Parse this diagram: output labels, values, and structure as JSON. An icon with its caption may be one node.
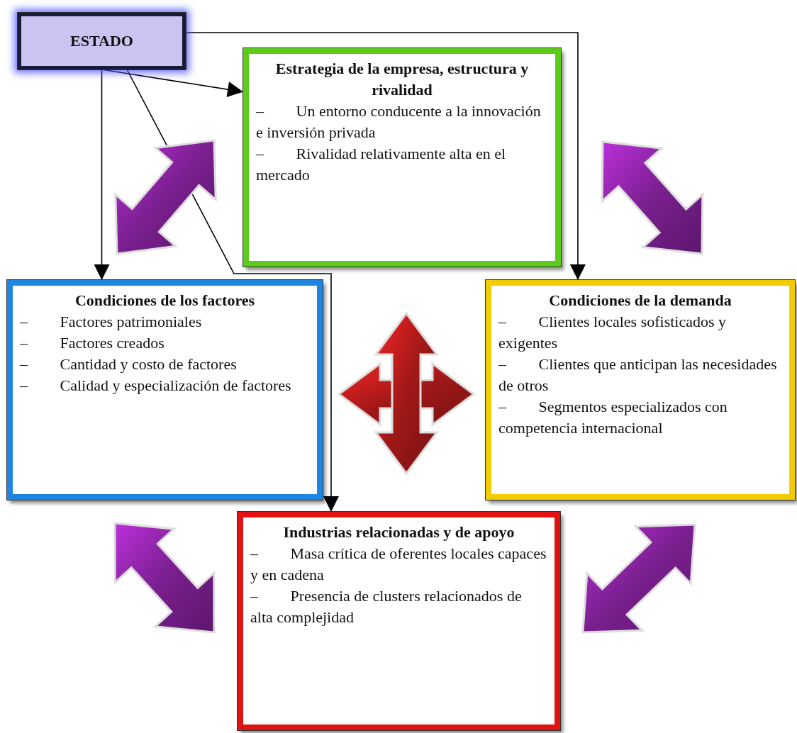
{
  "diagram": {
    "nodes": [
      {
        "text": [
          "ESTADO"
        ]
      },
      {
        "text": [
          "Estrategia de la empresa, estructura y rivalidad",
          "– Un entorno conducente a la innovación e inversión privada",
          "– Rivalidad relativamente alta en el mercado"
        ]
      },
      {
        "text": [
          "Condiciones de los factores",
          "– Factores patrimoniales",
          "– Factores creados",
          "– Cantidad y costo de factores",
          "– Calidad y especialización de factores"
        ]
      },
      {
        "text": [
          "Condiciones de la demanda",
          "– Clientes locales sofisticados y exigentes",
          "– Clientes que anticipan las necesidades de otros",
          "– Segmentos especializados con competencia internacional"
        ]
      },
      {
        "text": [
          "Industrias relacionadas y de apoyo",
          "– Masa crítica de oferentes locales capaces y en cadena",
          "– Presencia de clusters relacionados de alta complejidad"
        ]
      }
    ],
    "edges": [
      {
        "from": 0,
        "to": 1,
        "arrow": "to"
      },
      {
        "from": 0,
        "to": 2,
        "arrow": "to"
      },
      {
        "from": 0,
        "to": 3,
        "arrow": "to"
      },
      {
        "from": 0,
        "to": 4,
        "arrow": "to"
      },
      {
        "from": 2,
        "to": 1,
        "arrow": "both",
        "style": "thick",
        "color": "#7a1f8f"
      },
      {
        "from": 1,
        "to": 3,
        "arrow": "both",
        "style": "thick",
        "color": "#7a1f8f"
      },
      {
        "from": 2,
        "to": 4,
        "arrow": "both",
        "style": "thick",
        "color": "#7a1f8f"
      },
      {
        "from": 3,
        "to": 4,
        "arrow": "both",
        "style": "thick",
        "color": "#7a1f8f"
      },
      {
        "from": 2,
        "to": 3,
        "arrow": "both",
        "style": "thick",
        "color": "#a01818"
      },
      {
        "from": 1,
        "to": 4,
        "arrow": "both",
        "style": "thick",
        "color": "#a01818"
      }
    ]
  }
}
